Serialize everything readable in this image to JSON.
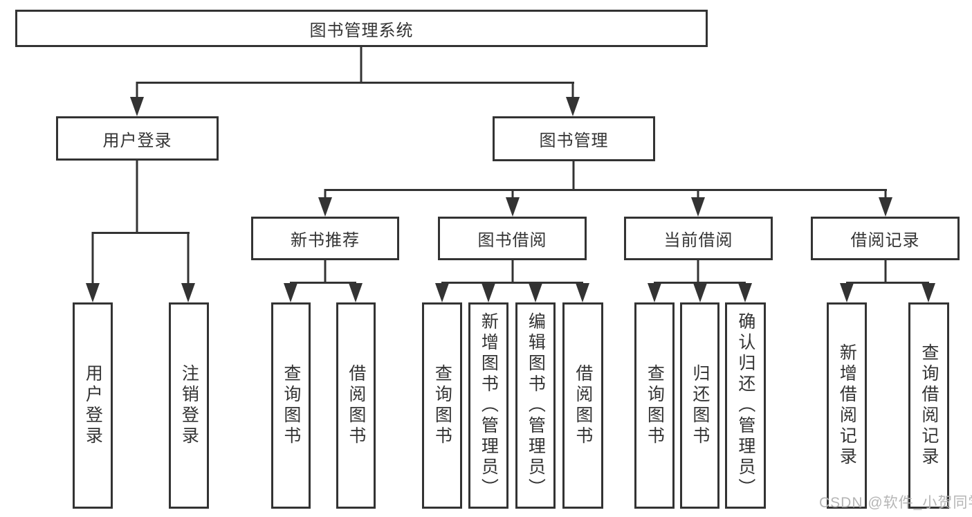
{
  "diagram": {
    "type": "hierarchy-tree",
    "colors": {
      "line": "#333333",
      "text": "#333333",
      "box_background": "#ffffff",
      "watermark": "#b5b5b5"
    }
  },
  "tree": {
    "label": "图书管理系统",
    "children": [
      {
        "label": "用户登录",
        "children": [
          {
            "label": "用户登录"
          },
          {
            "label": "注销登录"
          }
        ]
      },
      {
        "label": "图书管理",
        "children": [
          {
            "label": "新书推荐",
            "children": [
              {
                "label": "查询图书"
              },
              {
                "label": "借阅图书"
              }
            ]
          },
          {
            "label": "图书借阅",
            "children": [
              {
                "label": "查询图书"
              },
              {
                "label": "新增图书（管理员）"
              },
              {
                "label": "编辑图书（管理员）"
              },
              {
                "label": "借阅图书"
              }
            ]
          },
          {
            "label": "当前借阅",
            "children": [
              {
                "label": "查询图书"
              },
              {
                "label": "归还图书"
              },
              {
                "label": "确认归还（管理员）"
              }
            ]
          },
          {
            "label": "借阅记录",
            "children": [
              {
                "label": "新增借阅记录"
              },
              {
                "label": "查询借阅记录"
              }
            ]
          }
        ]
      }
    ]
  },
  "watermark": {
    "text": "CSDN @软件_小贺同学"
  }
}
